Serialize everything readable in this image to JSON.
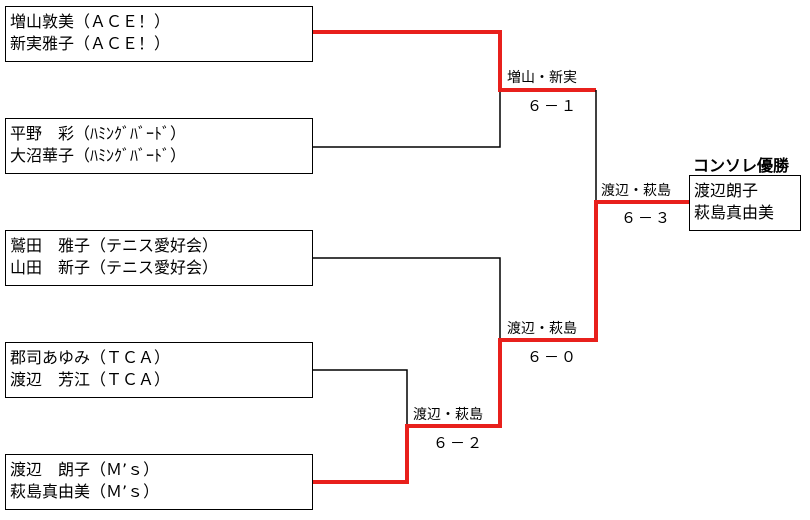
{
  "entries": [
    {
      "line1": "増山敦美（ＡＣＥ！）",
      "line2": "新実雅子（ＡＣＥ！）"
    },
    {
      "line1": "平野　彩（ﾊﾐﾝｸﾞﾊﾞｰﾄﾞ）",
      "line2": "大沼華子（ﾊﾐﾝｸﾞﾊﾞｰﾄﾞ）"
    },
    {
      "line1": "鷲田　雅子（テニス愛好会）",
      "line2": "山田　新子（テニス愛好会）"
    },
    {
      "line1": "郡司あゆみ（ＴＣＡ）",
      "line2": "渡辺　芳江（ＴＣＡ）"
    },
    {
      "line1": "渡辺　朗子（Ｍ’ｓ）",
      "line2": "萩島真由美（Ｍ’ｓ）"
    }
  ],
  "matches": [
    {
      "winner": "増山・新実",
      "score": "６－１"
    },
    {
      "winner": "渡辺・萩島",
      "score": "６－２"
    },
    {
      "winner": "渡辺・萩島",
      "score": "６－０"
    },
    {
      "winner": "渡辺・萩島",
      "score": "６－３"
    }
  ],
  "champion": {
    "title": "コンソレ優勝",
    "line1": "渡辺朗子",
    "line2": "萩島真由美"
  },
  "colors": {
    "winner_path": "#e8201c",
    "line": "#000000"
  }
}
